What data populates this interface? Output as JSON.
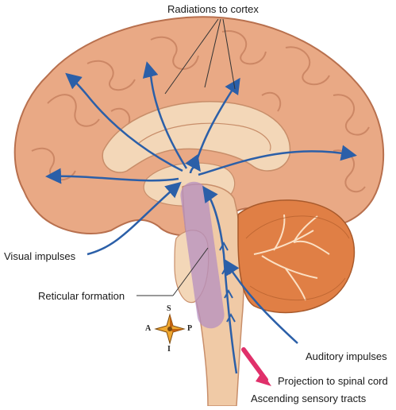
{
  "labels": {
    "radiations": "Radiations to cortex",
    "visual": "Visual impulses",
    "reticular": "Reticular formation",
    "auditory": "Auditory impulses",
    "projection": "Projection to spinal cord",
    "ascending": "Ascending sensory tracts"
  },
  "compass": {
    "north": "S",
    "south": "I",
    "west": "A",
    "east": "P"
  },
  "colors": {
    "cortex": "#e9a985",
    "cortex_dark": "#b8704e",
    "inner": "#f3d7b8",
    "cerebellum": "#e07f45",
    "reticular": "#b58fc0",
    "pathway": "#2b5fa8",
    "projection": "#e0306a"
  }
}
